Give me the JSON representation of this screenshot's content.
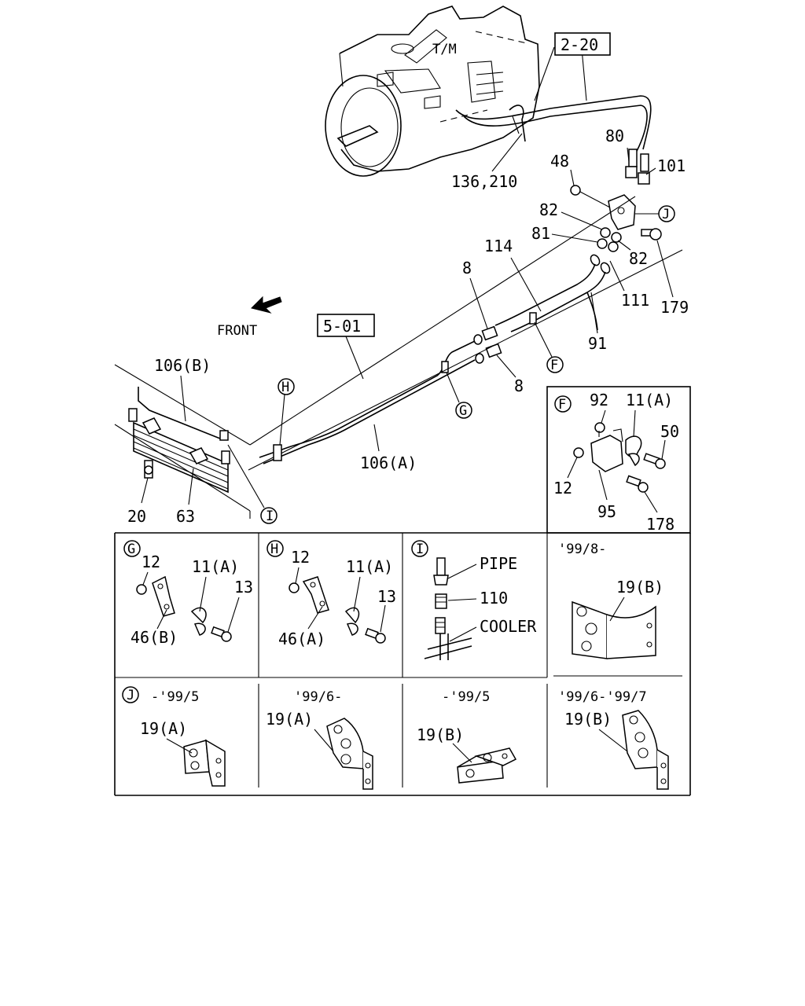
{
  "main": {
    "tm_label": "T/M",
    "front_label": "FRONT",
    "ref_2_20": "2-20",
    "ref_5_01": "5-01",
    "callouts": {
      "c80": "80",
      "c101": "101",
      "c48": "48",
      "c136": "136,210",
      "c82a": "82",
      "c81": "81",
      "c82b": "82",
      "c114": "114",
      "c8a": "8",
      "c8b": "8",
      "c111": "111",
      "c179": "179",
      "c91": "91",
      "c106b": "106(B)",
      "c106a": "106(A)",
      "c20": "20",
      "c63": "63"
    },
    "circle_refs": {
      "J": "J",
      "H": "H",
      "I": "I",
      "G": "G",
      "F": "F"
    }
  },
  "panel_f": {
    "marker": "F",
    "c92": "92",
    "c11a": "11(A)",
    "c50": "50",
    "c12": "12",
    "c95": "95",
    "c178": "178"
  },
  "panel_g": {
    "marker": "G",
    "c12": "12",
    "c11a": "11(A)",
    "c13": "13",
    "c46b": "46(B)"
  },
  "panel_h": {
    "marker": "H",
    "c12": "12",
    "c11a": "11(A)",
    "c13": "13",
    "c46a": "46(A)"
  },
  "panel_i": {
    "marker": "I",
    "pipe": "PIPE",
    "c110": "110",
    "cooler": "COOLER"
  },
  "panel_19b_late": {
    "date": "'99/8-",
    "c19b": "19(B)"
  },
  "panel_j": {
    "marker": "J",
    "date": "-'99/5",
    "c19a": "19(A)"
  },
  "panel_19a_late": {
    "date": "'99/6-",
    "c19a": "19(A)"
  },
  "panel_19b_early": {
    "date": "-'99/5",
    "c19b": "19(B)"
  },
  "panel_19b_mid": {
    "date": "'99/6-'99/7",
    "c19b": "19(B)"
  }
}
